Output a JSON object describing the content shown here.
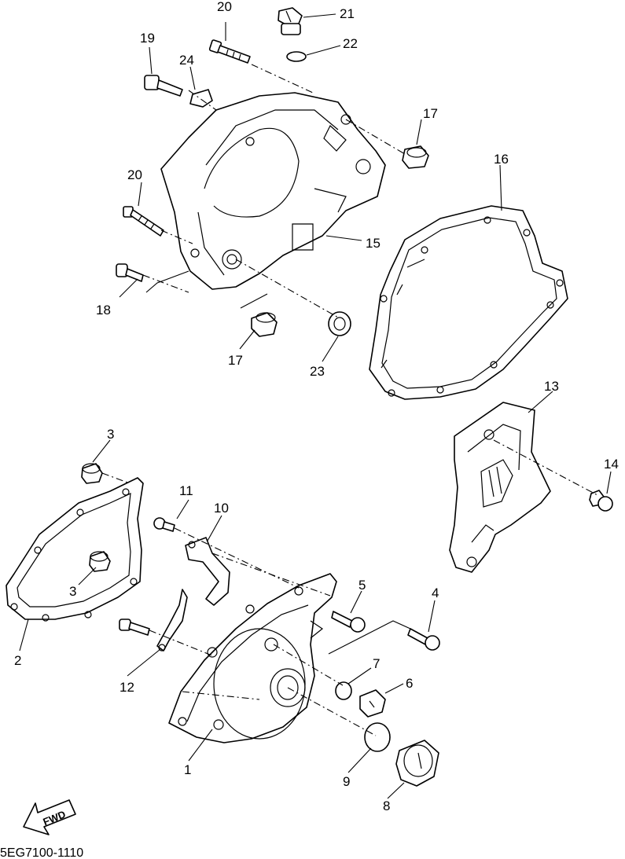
{
  "diagram": {
    "callouts": {
      "c1": "1",
      "c2": "2",
      "c3a": "3",
      "c3b": "3",
      "c4": "4",
      "c5": "5",
      "c6": "6",
      "c7": "7",
      "c8": "8",
      "c9": "9",
      "c10": "10",
      "c11": "11",
      "c12": "12",
      "c13": "13",
      "c14": "14",
      "c15": "15",
      "c16": "16",
      "c17a": "17",
      "c17b": "17",
      "c18": "18",
      "c19": "19",
      "c20a": "20",
      "c20b": "20",
      "c21": "21",
      "c22": "22",
      "c23": "23",
      "c24": "24"
    },
    "fwd_label": "FWD",
    "drawing_code": "5EG7100-1110"
  }
}
